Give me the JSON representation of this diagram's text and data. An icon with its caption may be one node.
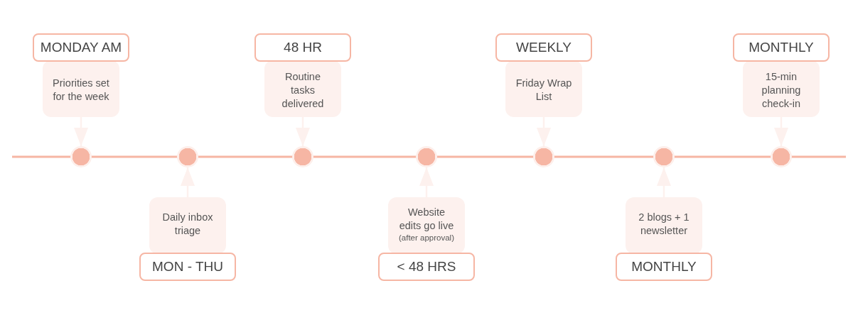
{
  "diagram": {
    "nodes": [
      {
        "text": [
          "MONDAY AM",
          "Priorities set for the week"
        ]
      },
      {
        "text": [],
        "shape": "circle"
      },
      {
        "text": [
          "Daily inbox triage",
          "MON - THU"
        ]
      },
      {
        "text": [],
        "shape": "circle"
      },
      {
        "text": [
          "48 HR",
          "Routine tasks delivered"
        ]
      },
      {
        "text": [],
        "shape": "circle"
      },
      {
        "text": [
          "Website edits go live",
          "(after approval)",
          "< 48 HRS"
        ]
      },
      {
        "text": [],
        "shape": "circle"
      },
      {
        "text": [
          "WEEKLY",
          "Friday Wrap List"
        ]
      },
      {
        "text": [],
        "shape": "circle"
      },
      {
        "text": [
          "2 blogs + 1 newsletter",
          "MONTHLY"
        ]
      },
      {
        "text": [],
        "shape": "circle"
      },
      {
        "text": [
          "MONTHLY",
          "15-min planning check-in"
        ]
      },
      {
        "text": [],
        "shape": "circle"
      }
    ],
    "edges": [
      {
        "from": 0,
        "to": 1,
        "arrow": "to"
      },
      {
        "from": 2,
        "to": 3,
        "arrow": "to"
      },
      {
        "from": 4,
        "to": 5,
        "arrow": "to"
      },
      {
        "from": 6,
        "to": 7,
        "arrow": "to"
      },
      {
        "from": 8,
        "to": 9,
        "arrow": "to"
      },
      {
        "from": 10,
        "to": 11,
        "arrow": "to"
      },
      {
        "from": 12,
        "to": 13,
        "arrow": "to"
      }
    ]
  }
}
